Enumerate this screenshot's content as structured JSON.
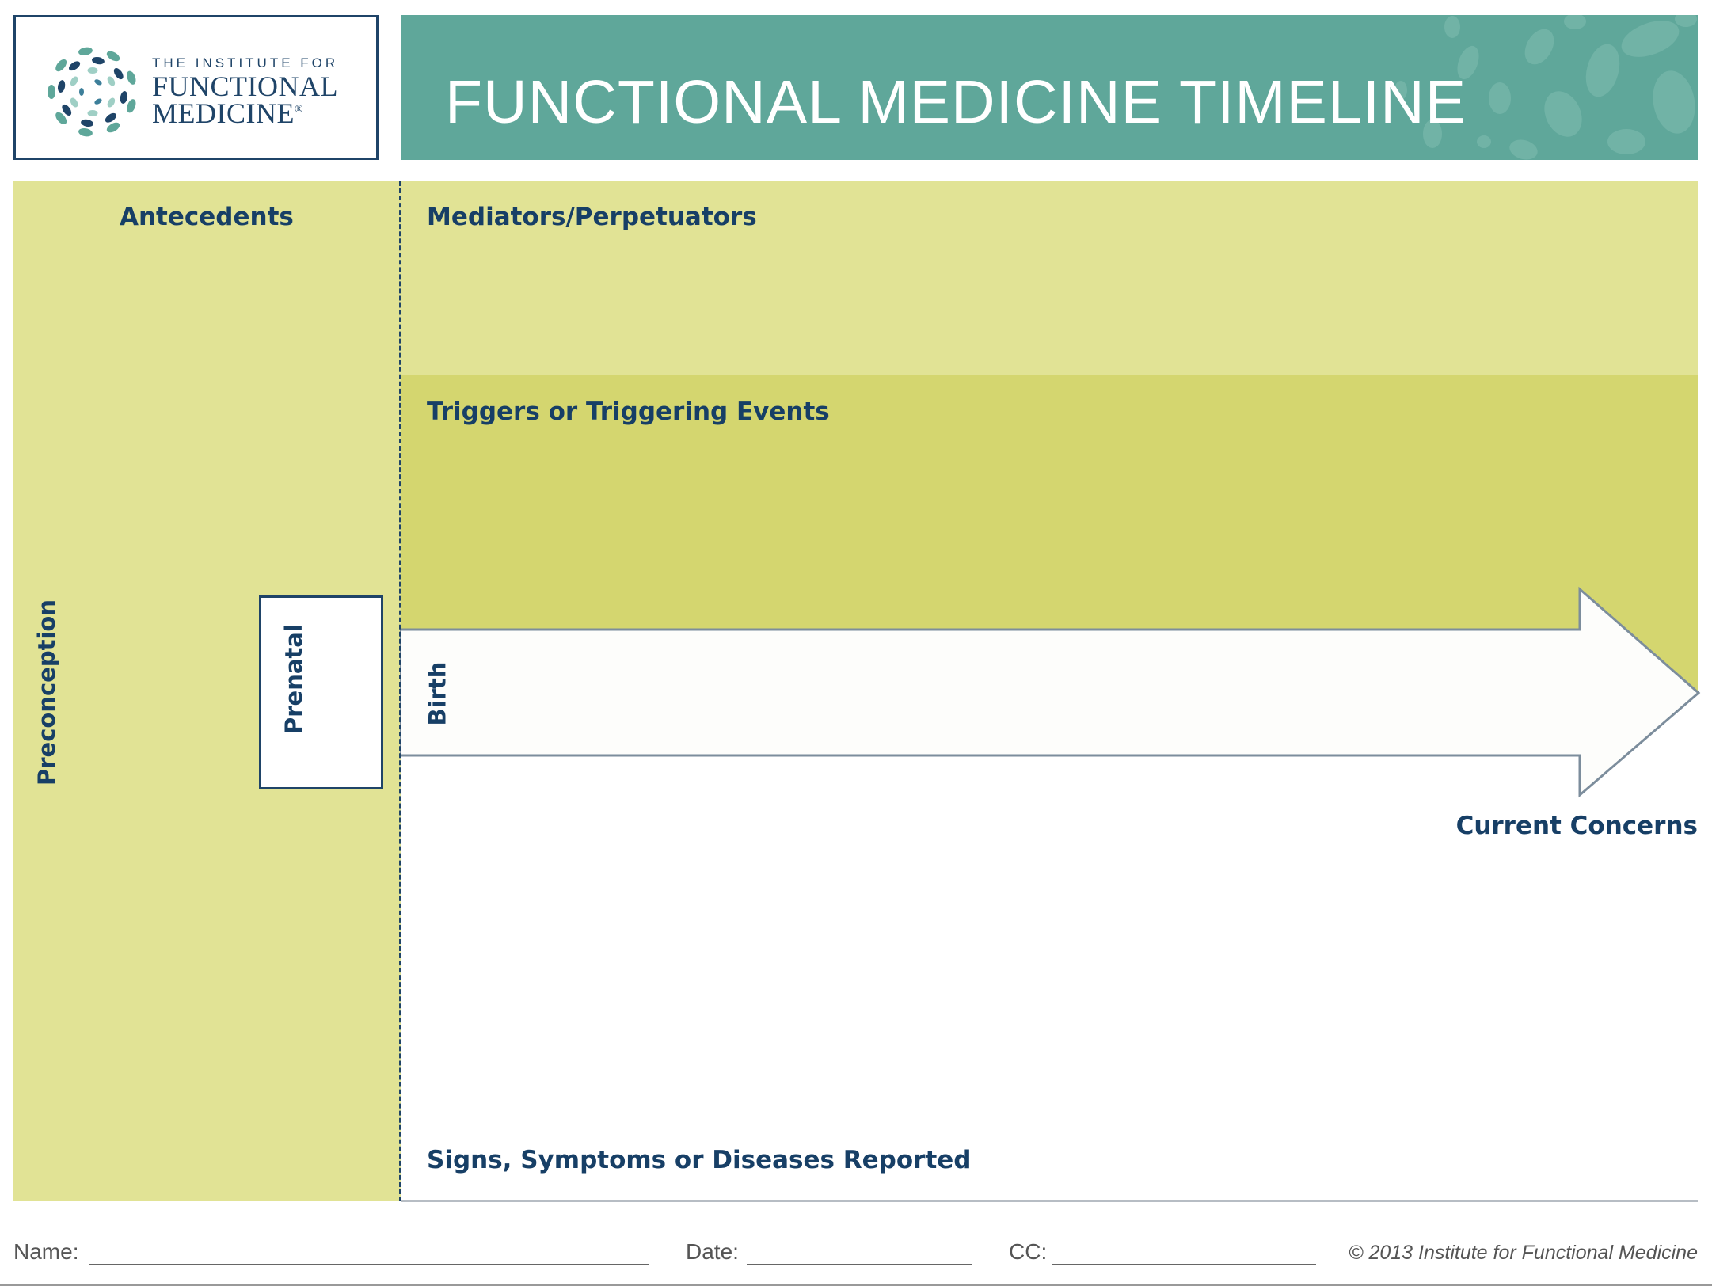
{
  "logo": {
    "line1": "THE INSTITUTE FOR",
    "line2": "FUNCTIONAL",
    "line3": "MEDICINE",
    "registered": "®"
  },
  "header": {
    "title": "FUNCTIONAL MEDICINE TIMELINE"
  },
  "timeline": {
    "antecedents": "Antecedents",
    "mediators": "Mediators/Perpetuators",
    "triggers": "Triggers or Triggering Events",
    "preconception": "Preconception",
    "prenatal": "Prenatal",
    "birth": "Birth",
    "current_concerns": "Current Concerns",
    "signs": "Signs, Symptoms or Diseases Reported"
  },
  "footer": {
    "name_label": "Name:",
    "date_label": "Date:",
    "cc_label": "CC:",
    "copyright": "© 2013 Institute for Functional Medicine"
  },
  "colors": {
    "navy": "#1f4468",
    "teal": "#5fa79a",
    "light_green": "#e1e395",
    "mid_green": "#d4d66f"
  }
}
